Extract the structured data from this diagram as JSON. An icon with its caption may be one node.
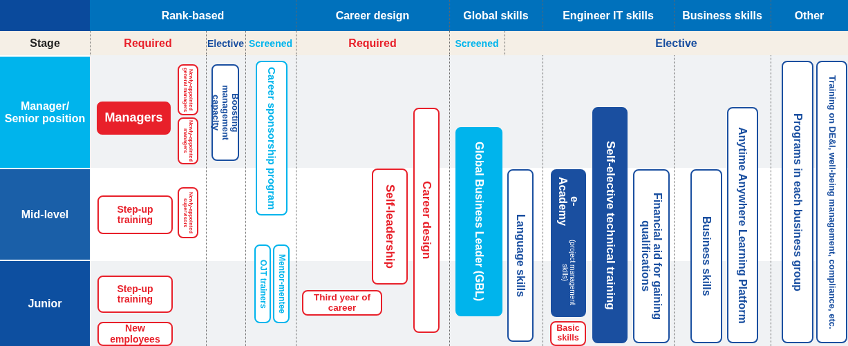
{
  "diagram": {
    "nodes": [
      {
        "text": [
          "Managers"
        ]
      },
      {
        "text": [
          "Newly-appointed general managers"
        ]
      },
      {
        "text": [
          "Newly-appointed managers"
        ]
      },
      {
        "text": [
          "Boosting management capacity"
        ]
      },
      {
        "text": [
          "Career sponsorship program"
        ]
      },
      {
        "text": [
          "Step-up training"
        ]
      },
      {
        "text": [
          "Newly-appointed supervisors"
        ]
      },
      {
        "text": [
          "OJT trainers"
        ]
      },
      {
        "text": [
          "Mentor-mentee"
        ]
      },
      {
        "text": [
          "Step-up training"
        ]
      },
      {
        "text": [
          "New employees"
        ]
      },
      {
        "text": [
          "Third year of career"
        ]
      },
      {
        "text": [
          "Self-leadership"
        ]
      },
      {
        "text": [
          "Career design"
        ]
      },
      {
        "text": [
          "Global Business Leader (GBL)"
        ]
      },
      {
        "text": [
          "Language skills"
        ]
      },
      {
        "text": [
          "e-Academy",
          "(project management skills)"
        ]
      },
      {
        "text": [
          "Basic skills"
        ]
      },
      {
        "text": [
          "Self-elective technical training"
        ]
      },
      {
        "text": [
          "Financial aid for gaining qualifications"
        ]
      },
      {
        "text": [
          "Business skills"
        ]
      },
      {
        "text": [
          "Anytime Anywhere Learning Platform"
        ]
      },
      {
        "text": [
          "Programs in each business group"
        ]
      },
      {
        "text": [
          "Training on DE&I, well-being management, compliance, etc."
        ]
      }
    ],
    "labels": [
      "Rank-based",
      "Career design",
      "Global skills",
      "Engineer IT skills",
      "Business skills",
      "Other",
      "Stage",
      "Required",
      "Elective",
      "Screened",
      "Required",
      "Screened",
      "Elective",
      "Manager/ Senior position",
      "Mid-level",
      "Junior"
    ]
  }
}
